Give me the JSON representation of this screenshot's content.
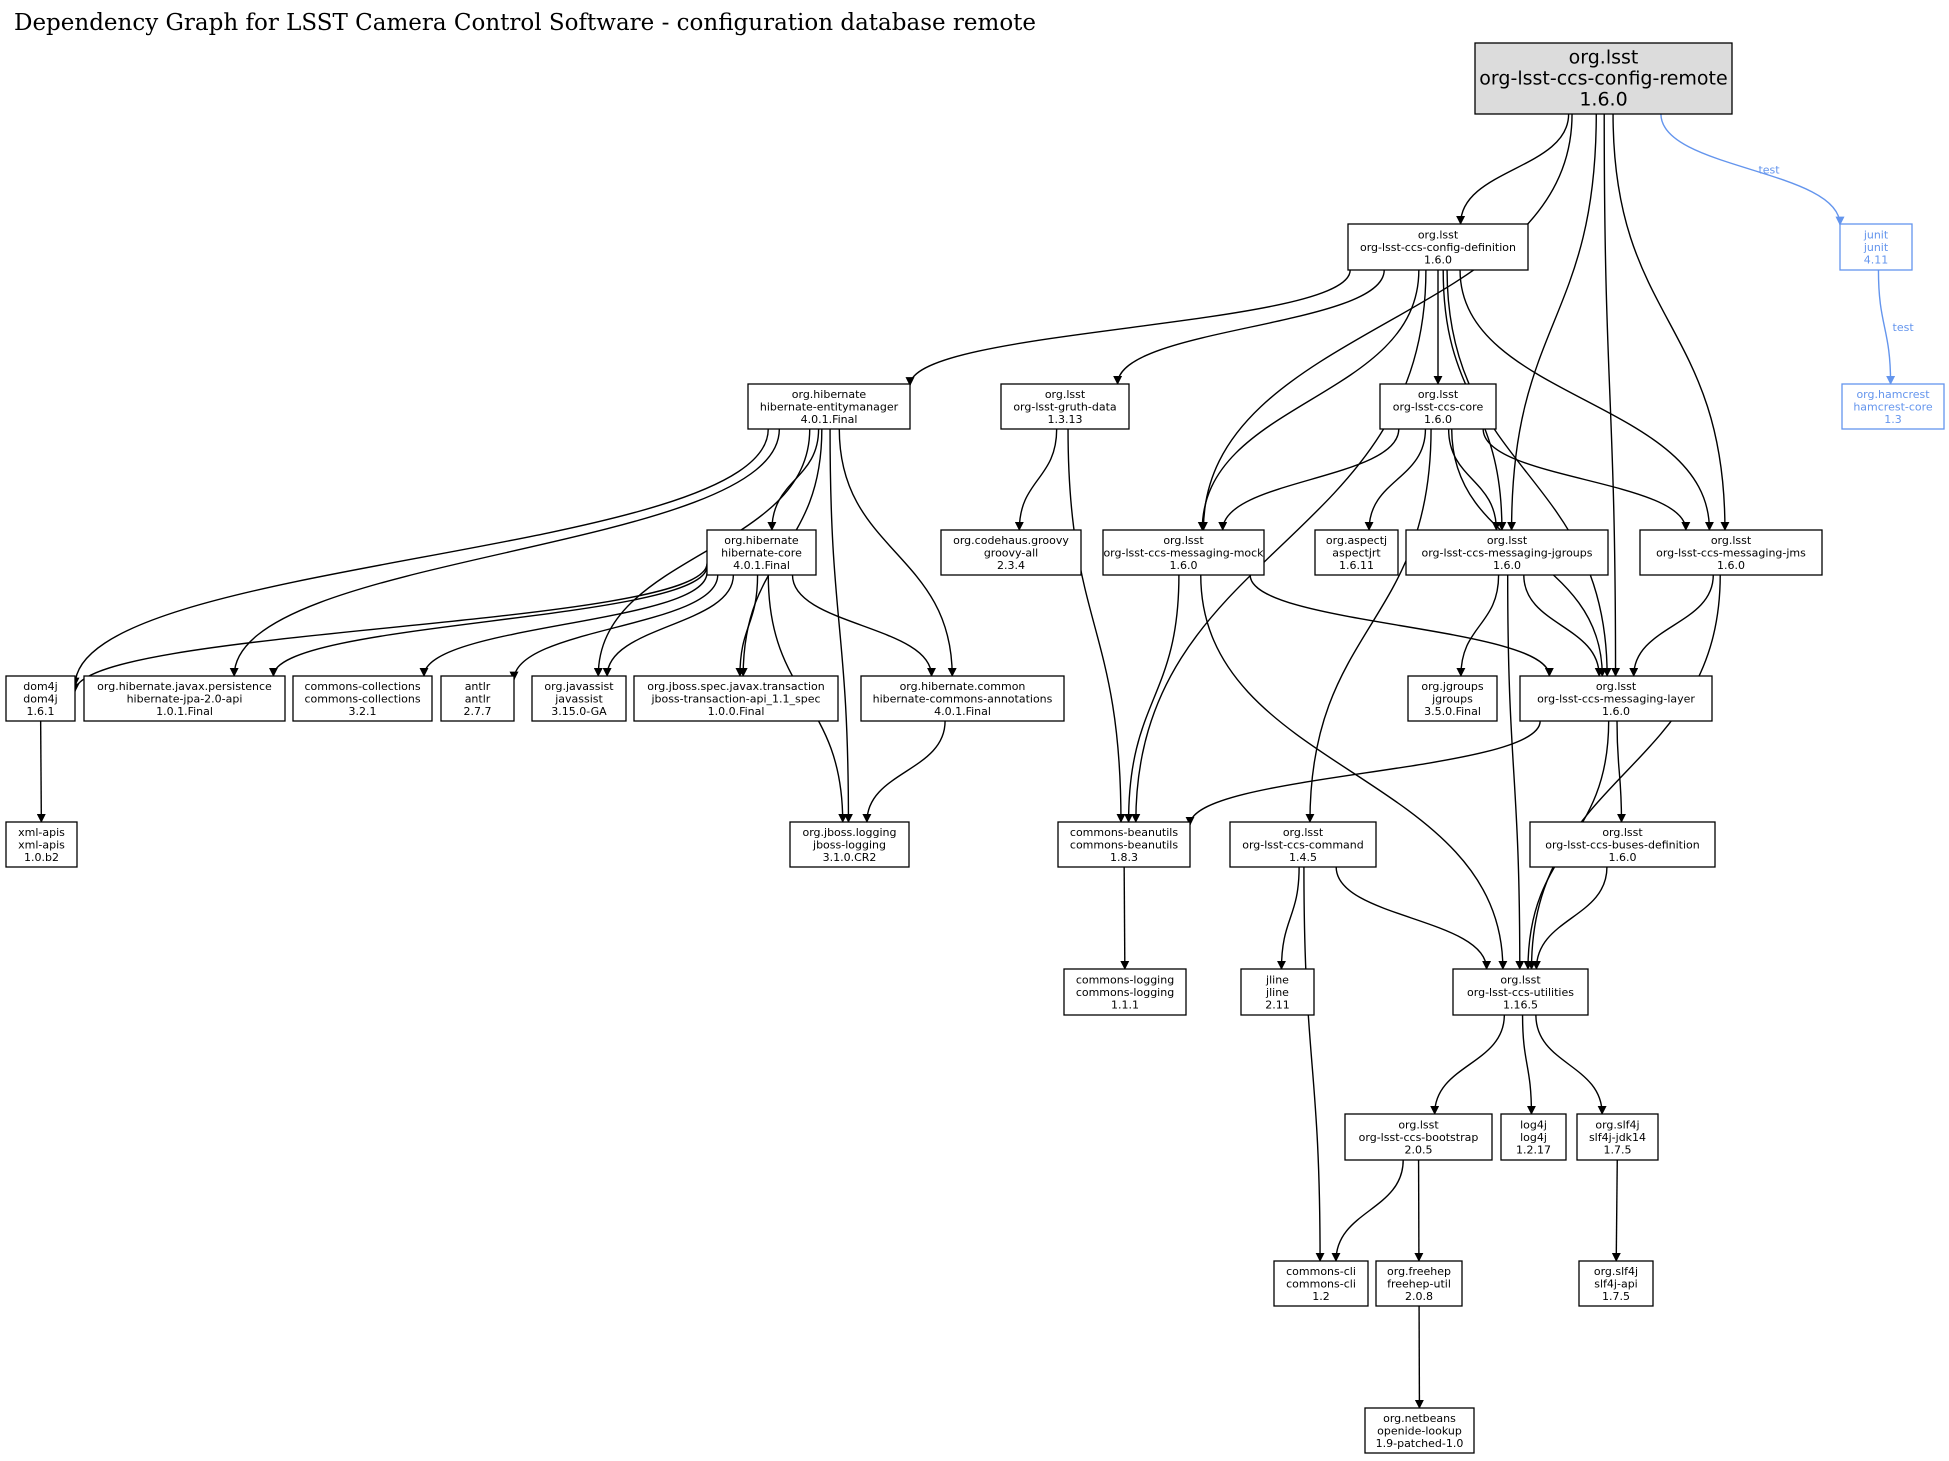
{
  "title": "Dependency Graph for LSST Camera Control Software - configuration database remote",
  "nodes": [
    {
      "id": "root",
      "group": "org.lsst",
      "artifact": "org-lsst-ccs-config-remote",
      "version": "1.6.0",
      "style": "root"
    },
    {
      "id": "cfgdef",
      "group": "org.lsst",
      "artifact": "org-lsst-ccs-config-definition",
      "version": "1.6.0"
    },
    {
      "id": "junit",
      "group": "junit",
      "artifact": "junit",
      "version": "4.11",
      "style": "test"
    },
    {
      "id": "hamcrest",
      "group": "org.hamcrest",
      "artifact": "hamcrest-core",
      "version": "1.3",
      "style": "test"
    },
    {
      "id": "hem",
      "group": "org.hibernate",
      "artifact": "hibernate-entitymanager",
      "version": "4.0.1.Final"
    },
    {
      "id": "gruth",
      "group": "org.lsst",
      "artifact": "org-lsst-gruth-data",
      "version": "1.3.13"
    },
    {
      "id": "core",
      "group": "org.lsst",
      "artifact": "org-lsst-ccs-core",
      "version": "1.6.0"
    },
    {
      "id": "hcore",
      "group": "org.hibernate",
      "artifact": "hibernate-core",
      "version": "4.0.1.Final"
    },
    {
      "id": "groovy",
      "group": "org.codehaus.groovy",
      "artifact": "groovy-all",
      "version": "2.3.4"
    },
    {
      "id": "mock",
      "group": "org.lsst",
      "artifact": "org-lsst-ccs-messaging-mock",
      "version": "1.6.0"
    },
    {
      "id": "aspectj",
      "group": "org.aspectj",
      "artifact": "aspectjrt",
      "version": "1.6.11"
    },
    {
      "id": "jgroupsmsg",
      "group": "org.lsst",
      "artifact": "org-lsst-ccs-messaging-jgroups",
      "version": "1.6.0"
    },
    {
      "id": "jms",
      "group": "org.lsst",
      "artifact": "org-lsst-ccs-messaging-jms",
      "version": "1.6.0"
    },
    {
      "id": "dom4j",
      "group": "dom4j",
      "artifact": "dom4j",
      "version": "1.6.1"
    },
    {
      "id": "jpa",
      "group": "org.hibernate.javax.persistence",
      "artifact": "hibernate-jpa-2.0-api",
      "version": "1.0.1.Final"
    },
    {
      "id": "ccoll",
      "group": "commons-collections",
      "artifact": "commons-collections",
      "version": "3.2.1"
    },
    {
      "id": "antlr",
      "group": "antlr",
      "artifact": "antlr",
      "version": "2.7.7"
    },
    {
      "id": "javassist",
      "group": "org.javassist",
      "artifact": "javassist",
      "version": "3.15.0-GA"
    },
    {
      "id": "jta",
      "group": "org.jboss.spec.javax.transaction",
      "artifact": "jboss-transaction-api_1.1_spec",
      "version": "1.0.0.Final"
    },
    {
      "id": "hcann",
      "group": "org.hibernate.common",
      "artifact": "hibernate-commons-annotations",
      "version": "4.0.1.Final"
    },
    {
      "id": "jgroups",
      "group": "org.jgroups",
      "artifact": "jgroups",
      "version": "3.5.0.Final"
    },
    {
      "id": "layer",
      "group": "org.lsst",
      "artifact": "org-lsst-ccs-messaging-layer",
      "version": "1.6.0"
    },
    {
      "id": "xmlapis",
      "group": "xml-apis",
      "artifact": "xml-apis",
      "version": "1.0.b2"
    },
    {
      "id": "jbosslog",
      "group": "org.jboss.logging",
      "artifact": "jboss-logging",
      "version": "3.1.0.CR2"
    },
    {
      "id": "beanutils",
      "group": "commons-beanutils",
      "artifact": "commons-beanutils",
      "version": "1.8.3"
    },
    {
      "id": "command",
      "group": "org.lsst",
      "artifact": "org-lsst-ccs-command",
      "version": "1.4.5"
    },
    {
      "id": "buses",
      "group": "org.lsst",
      "artifact": "org-lsst-ccs-buses-definition",
      "version": "1.6.0"
    },
    {
      "id": "clog",
      "group": "commons-logging",
      "artifact": "commons-logging",
      "version": "1.1.1"
    },
    {
      "id": "jline",
      "group": "jline",
      "artifact": "jline",
      "version": "2.11"
    },
    {
      "id": "utils",
      "group": "org.lsst",
      "artifact": "org-lsst-ccs-utilities",
      "version": "1.16.5"
    },
    {
      "id": "boot",
      "group": "org.lsst",
      "artifact": "org-lsst-ccs-bootstrap",
      "version": "2.0.5"
    },
    {
      "id": "log4j",
      "group": "log4j",
      "artifact": "log4j",
      "version": "1.2.17"
    },
    {
      "id": "slf4jjdk",
      "group": "org.slf4j",
      "artifact": "slf4j-jdk14",
      "version": "1.7.5"
    },
    {
      "id": "ccli",
      "group": "commons-cli",
      "artifact": "commons-cli",
      "version": "1.2"
    },
    {
      "id": "freehep",
      "group": "org.freehep",
      "artifact": "freehep-util",
      "version": "2.0.8"
    },
    {
      "id": "slf4japi",
      "group": "org.slf4j",
      "artifact": "slf4j-api",
      "version": "1.7.5"
    },
    {
      "id": "openide",
      "group": "org.netbeans",
      "artifact": "openide-lookup",
      "version": "1.9-patched-1.0"
    }
  ],
  "edges": [
    {
      "from": "root",
      "to": "cfgdef"
    },
    {
      "from": "root",
      "to": "mock"
    },
    {
      "from": "root",
      "to": "jgroupsmsg"
    },
    {
      "from": "root",
      "to": "jms"
    },
    {
      "from": "root",
      "to": "layer"
    },
    {
      "from": "root",
      "to": "junit",
      "label": "test",
      "style": "test"
    },
    {
      "from": "junit",
      "to": "hamcrest",
      "label": "test",
      "style": "test"
    },
    {
      "from": "cfgdef",
      "to": "hem"
    },
    {
      "from": "cfgdef",
      "to": "gruth"
    },
    {
      "from": "cfgdef",
      "to": "core"
    },
    {
      "from": "cfgdef",
      "to": "mock"
    },
    {
      "from": "cfgdef",
      "to": "jgroupsmsg"
    },
    {
      "from": "cfgdef",
      "to": "jms"
    },
    {
      "from": "cfgdef",
      "to": "layer"
    },
    {
      "from": "cfgdef",
      "to": "beanutils"
    },
    {
      "from": "hem",
      "to": "hcore"
    },
    {
      "from": "hem",
      "to": "dom4j"
    },
    {
      "from": "hem",
      "to": "jpa"
    },
    {
      "from": "hem",
      "to": "javassist"
    },
    {
      "from": "hem",
      "to": "jta"
    },
    {
      "from": "hem",
      "to": "hcann"
    },
    {
      "from": "hem",
      "to": "jbosslog"
    },
    {
      "from": "gruth",
      "to": "groovy"
    },
    {
      "from": "gruth",
      "to": "beanutils"
    },
    {
      "from": "core",
      "to": "mock"
    },
    {
      "from": "core",
      "to": "aspectj"
    },
    {
      "from": "core",
      "to": "jgroupsmsg"
    },
    {
      "from": "core",
      "to": "jms"
    },
    {
      "from": "core",
      "to": "layer"
    },
    {
      "from": "core",
      "to": "command"
    },
    {
      "from": "hcore",
      "to": "dom4j"
    },
    {
      "from": "hcore",
      "to": "jpa"
    },
    {
      "from": "hcore",
      "to": "ccoll"
    },
    {
      "from": "hcore",
      "to": "antlr"
    },
    {
      "from": "hcore",
      "to": "javassist"
    },
    {
      "from": "hcore",
      "to": "jta"
    },
    {
      "from": "hcore",
      "to": "hcann"
    },
    {
      "from": "hcore",
      "to": "jbosslog"
    },
    {
      "from": "mock",
      "to": "layer"
    },
    {
      "from": "mock",
      "to": "beanutils"
    },
    {
      "from": "mock",
      "to": "utils"
    },
    {
      "from": "jgroupsmsg",
      "to": "jgroups"
    },
    {
      "from": "jgroupsmsg",
      "to": "layer"
    },
    {
      "from": "jgroupsmsg",
      "to": "utils"
    },
    {
      "from": "jms",
      "to": "layer"
    },
    {
      "from": "jms",
      "to": "utils"
    },
    {
      "from": "dom4j",
      "to": "xmlapis"
    },
    {
      "from": "hcann",
      "to": "jbosslog"
    },
    {
      "from": "layer",
      "to": "beanutils"
    },
    {
      "from": "layer",
      "to": "buses"
    },
    {
      "from": "layer",
      "to": "utils"
    },
    {
      "from": "beanutils",
      "to": "clog"
    },
    {
      "from": "command",
      "to": "jline"
    },
    {
      "from": "command",
      "to": "utils"
    },
    {
      "from": "command",
      "to": "ccli"
    },
    {
      "from": "buses",
      "to": "utils"
    },
    {
      "from": "utils",
      "to": "boot"
    },
    {
      "from": "utils",
      "to": "log4j"
    },
    {
      "from": "utils",
      "to": "slf4jjdk"
    },
    {
      "from": "boot",
      "to": "ccli"
    },
    {
      "from": "boot",
      "to": "freehep"
    },
    {
      "from": "slf4jjdk",
      "to": "slf4japi"
    },
    {
      "from": "freehep",
      "to": "openide"
    }
  ]
}
